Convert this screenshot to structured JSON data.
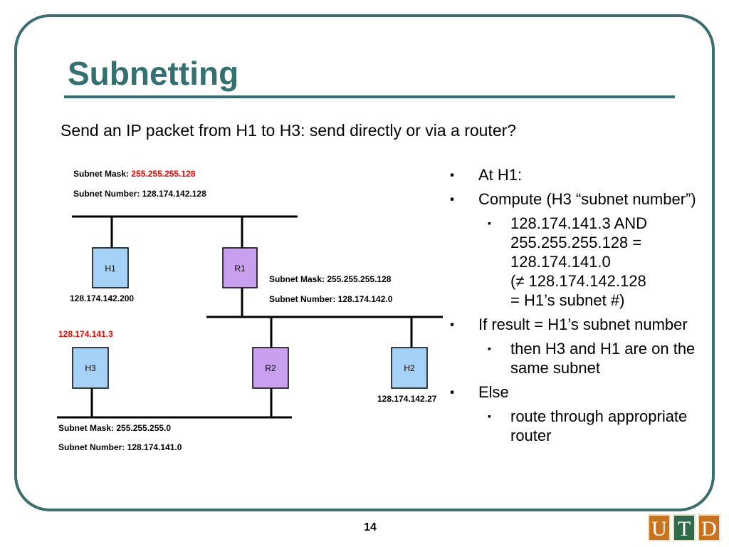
{
  "title": "Subnetting",
  "subtitle": "Send an IP packet from H1 to H3: send directly or via a router?",
  "diagram": {
    "top_mask_label": "Subnet Mask: ",
    "top_mask_value": "255.255.255.128",
    "top_number": "Subnet Number: 128.174.142.128",
    "mid_mask": "Subnet Mask: 255.255.255.128",
    "mid_number": "Subnet Number: 128.174.142.0",
    "bottom_mask": "Subnet Mask: 255.255.255.0",
    "bottom_number": "Subnet Number: 128.174.141.0",
    "h1_label": "H1",
    "h1_ip": "128.174.142.200",
    "r1_label": "R1",
    "h3_label": "H3",
    "h3_ip": "128.174.141.3",
    "r2_label": "R2",
    "h2_label": "H2",
    "h2_ip": "128.174.142.27",
    "colors": {
      "host": "#a6d2f7",
      "router": "#c9a0f0",
      "highlight": "#ff0000"
    }
  },
  "bullets": {
    "at_h1": "At H1:",
    "compute": "Compute (H3 “subnet number”)",
    "and_calc": "128.174.141.3 AND 255.255.255.128 = 128.174.141.0\n(≠ 128.174.142.128\n = H1’s subnet #)",
    "if_result": "If result = H1’s subnet number",
    "then": "then H3 and H1 are on the same subnet",
    "else": "Else",
    "route": "route through appropriate router"
  },
  "page_number": "14",
  "logo": [
    "U",
    "T",
    "D"
  ]
}
